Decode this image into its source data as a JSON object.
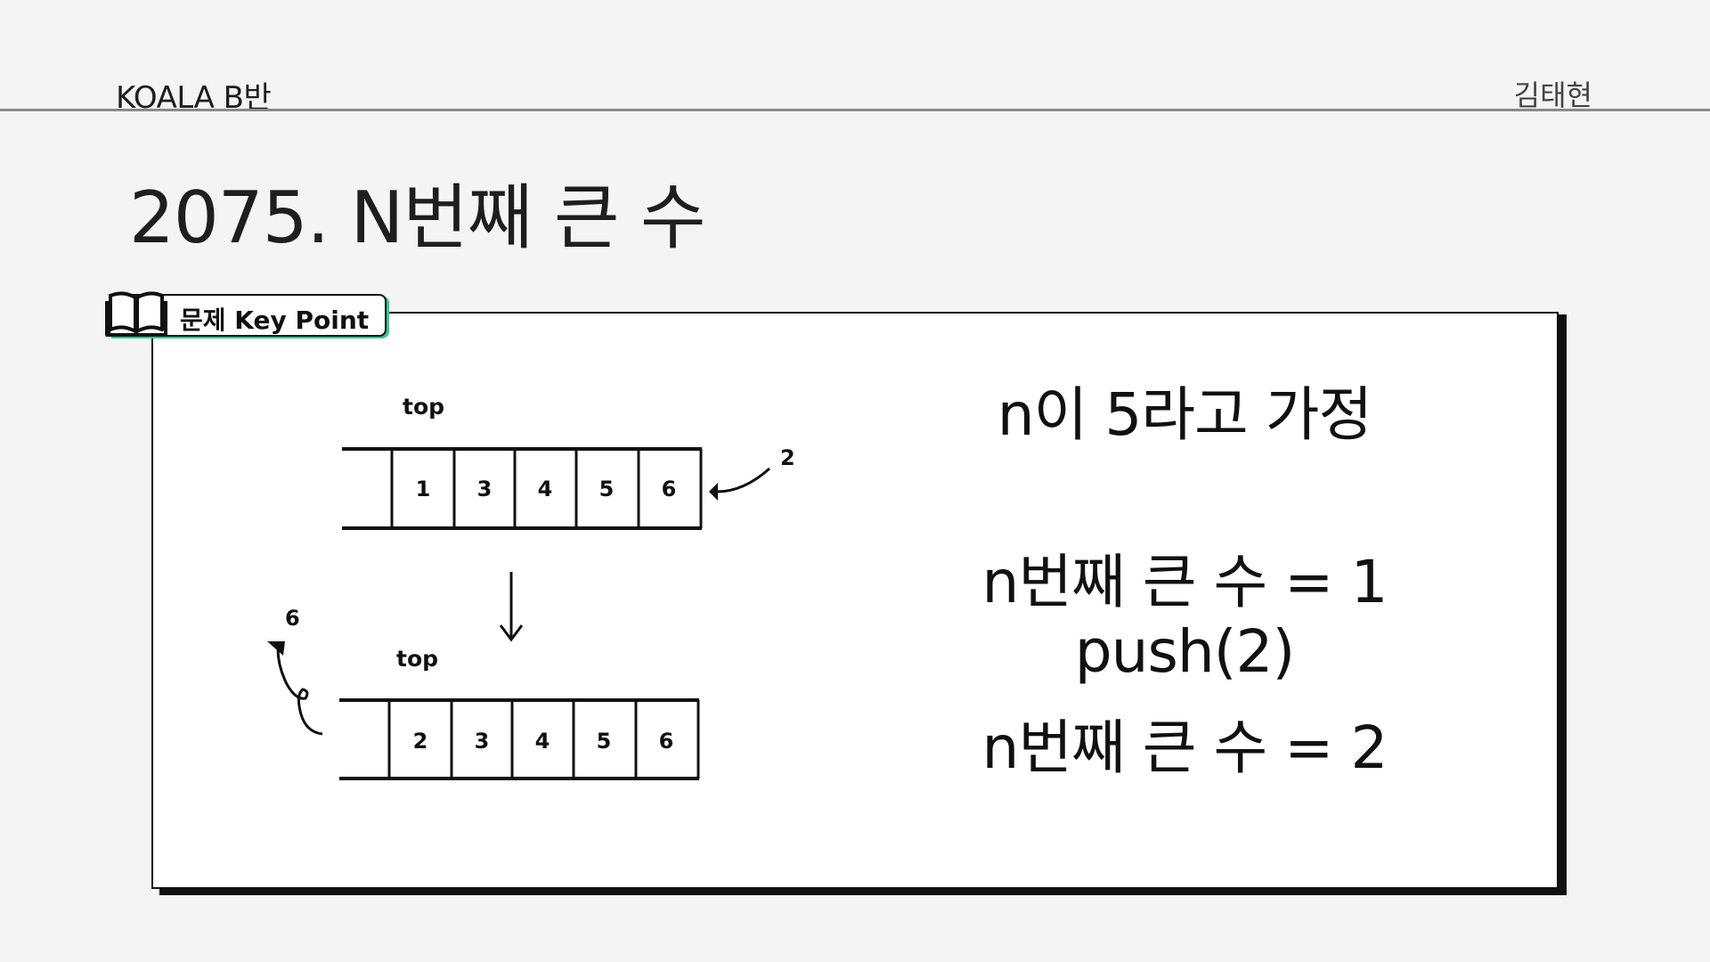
{
  "header": {
    "org": "KOALA B반",
    "author": "김태현"
  },
  "title": "2075. N번째 큰 수",
  "keypoint": {
    "label": "문제 Key Point",
    "icon": "open-book-icon"
  },
  "diagram": {
    "top_stack": {
      "label": "top",
      "cells": [
        "",
        "1",
        "3",
        "4",
        "5",
        "6"
      ],
      "incoming_value": "2"
    },
    "bottom_stack": {
      "label": "top",
      "cells": [
        "",
        "2",
        "3",
        "4",
        "5",
        "6"
      ],
      "outgoing_value": "6"
    }
  },
  "explanation": {
    "assumption": "n이 5라고 가정",
    "line1": "n번째 큰 수 = 1",
    "line2": "push(2)",
    "line3": "n번째 큰 수 = 2"
  },
  "colors": {
    "background": "#f4f4f4",
    "accent": "#2ecc8a",
    "ink": "#111111"
  }
}
